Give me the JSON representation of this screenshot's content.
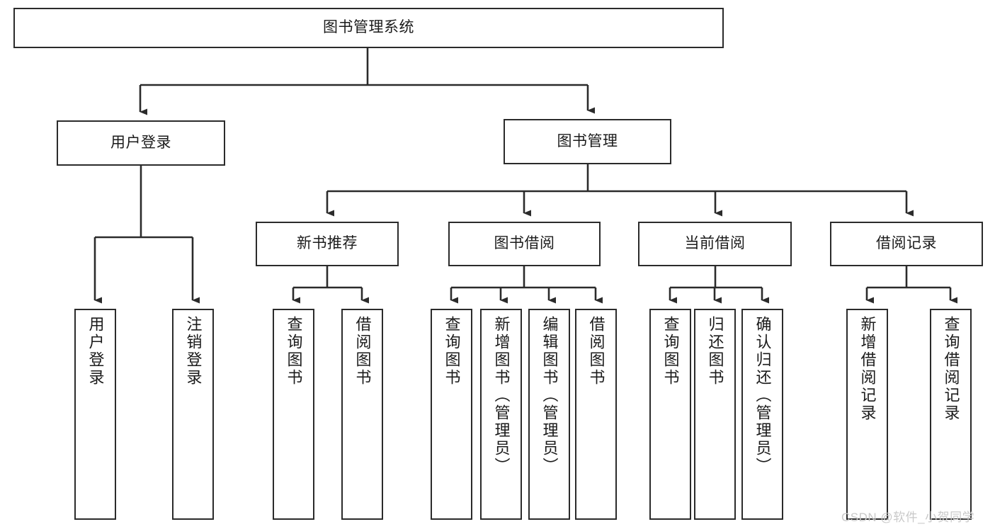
{
  "diagram": {
    "title": "图书管理系统",
    "type": "tree-hierarchy-chart",
    "orientation": "top-down",
    "colors": {
      "stroke": "#2b2b2b",
      "fill": "#ffffff",
      "text": "#1b1b1b",
      "watermark": "#c9c9c9"
    },
    "root": {
      "label": "图书管理系统"
    },
    "level1": [
      {
        "label": "用户登录"
      },
      {
        "label": "图书管理"
      }
    ],
    "level2": [
      {
        "label": "新书推荐"
      },
      {
        "label": "图书借阅"
      },
      {
        "label": "当前借阅"
      },
      {
        "label": "借阅记录"
      }
    ],
    "leaves": {
      "user_login": [
        {
          "label": "用户登录"
        },
        {
          "label": "注销登录"
        }
      ],
      "new_book_recommend": [
        {
          "label": "查询图书"
        },
        {
          "label": "借阅图书"
        }
      ],
      "book_borrow": [
        {
          "label": "查询图书"
        },
        {
          "label": "新增图书（管理员）"
        },
        {
          "label": "编辑图书（管理员）"
        },
        {
          "label": "借阅图书"
        }
      ],
      "current_borrow": [
        {
          "label": "查询图书"
        },
        {
          "label": "归还图书"
        },
        {
          "label": "确认归还（管理员）"
        }
      ],
      "borrow_record": [
        {
          "label": "新增借阅记录"
        },
        {
          "label": "查询借阅记录"
        }
      ]
    },
    "watermark": "CSDN @软件_小贺同学"
  }
}
